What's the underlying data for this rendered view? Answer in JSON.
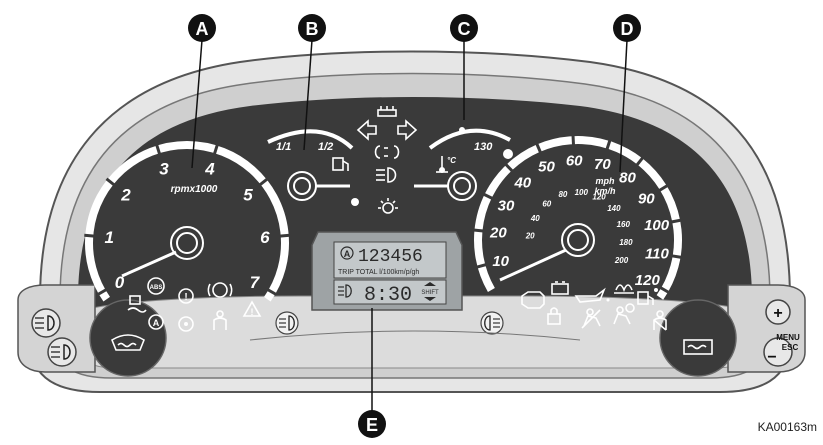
{
  "figure_ref": "KA00163m",
  "callouts": [
    "A",
    "B",
    "C",
    "D",
    "E"
  ],
  "tachometer": {
    "ticks": [
      "0",
      "1",
      "2",
      "3",
      "4",
      "5",
      "6",
      "7"
    ],
    "unit": "rpmx1000"
  },
  "fuel_gauge": {
    "full": "1/1",
    "half": "1/2"
  },
  "temp_gauge": {
    "label_130": "130"
  },
  "speedometer": {
    "mph_ticks": [
      "10",
      "20",
      "30",
      "40",
      "50",
      "60",
      "70",
      "80",
      "90",
      "100",
      "110",
      "120"
    ],
    "kmh_ticks": [
      "20",
      "40",
      "60",
      "80",
      "100",
      "120",
      "140",
      "160",
      "180",
      "200"
    ],
    "unit_top": "mph",
    "unit_bottom": "km/h"
  },
  "display": {
    "odometer_prefix": "A",
    "odometer": "123456",
    "trip_line": "TRIP TOTAL  l/100km/p/gh",
    "clock": "8:30",
    "shift_label": "SHIFT"
  },
  "controls": {
    "menu_label": "MENU",
    "esc_label": "ESC",
    "plus": "+",
    "minus": "−"
  },
  "warning_lights": {
    "abs": "ABS",
    "auto": "A"
  },
  "colors": {
    "dial_face": "#3a3a3a",
    "housing": "#d9d9d9",
    "bezel": "#bfbfbf",
    "lcd": "#bfc4c6"
  }
}
